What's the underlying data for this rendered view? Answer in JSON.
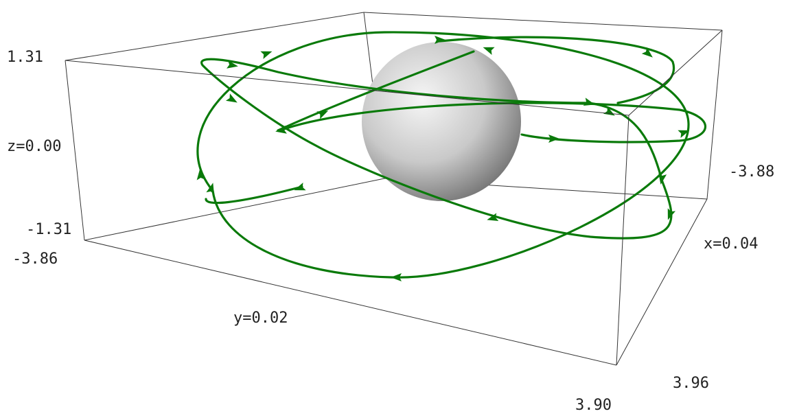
{
  "figure": {
    "labels": {
      "z_max": "1.31",
      "z_mid": "z=0.00",
      "z_min": "-1.31",
      "y_min": "-3.86",
      "y_mid": "y=0.02",
      "y_max": "3.90",
      "x_min": "-3.88",
      "x_mid": "x=0.04",
      "x_max": "3.96"
    },
    "colors": {
      "orbit": "#0a7a0a",
      "sphere_light": "#f4f4f4",
      "sphere_dark": "#6e6e6e",
      "box": "#333333"
    },
    "elements": [
      "bounding-box",
      "central-sphere",
      "orbit-trajectory",
      "direction-arrows"
    ]
  }
}
